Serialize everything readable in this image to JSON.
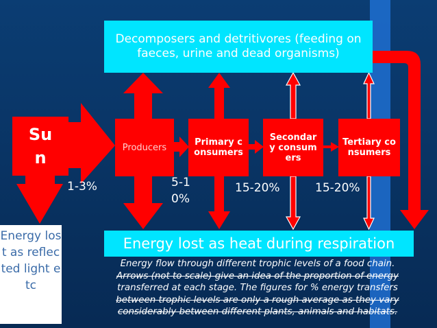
{
  "colors": {
    "background_top": "#0a3a6e",
    "background_bottom": "#082a52",
    "accent_blue": "#1e6fd0",
    "arrow_red": "#ff0000",
    "box_cyan": "#00e5ff",
    "text_white": "#ffffff",
    "box_white": "#ffffff"
  },
  "nodes": {
    "decomposers": "Decomposers and detritivores (feeding on faeces, urine and dead organisms)",
    "heat_loss": "Energy lost as heat during respiration",
    "sun": "Sun",
    "producers": "Producers",
    "primary": "Primary consumers",
    "secondary": "Secondary consumers",
    "tertiary": "Tertiary consumers",
    "reflected": "Energy lost as reflected light etc"
  },
  "transfers": {
    "sun_to_producers": "1-3%",
    "producers_to_primary": "5-10%",
    "primary_to_secondary": "15-20%",
    "secondary_to_tertiary": "15-20%"
  },
  "caption": {
    "line1": "Energy flow through different trophic levels of a food chain.",
    "line2": "Arrows (not to scale) give an idea of the proportion of energy",
    "line3": "transferred at each stage.  The figures for % energy transfers",
    "line4": "between trophic levels are only a rough average as they vary",
    "line5": "considerably between different plants, animals and habitats."
  }
}
